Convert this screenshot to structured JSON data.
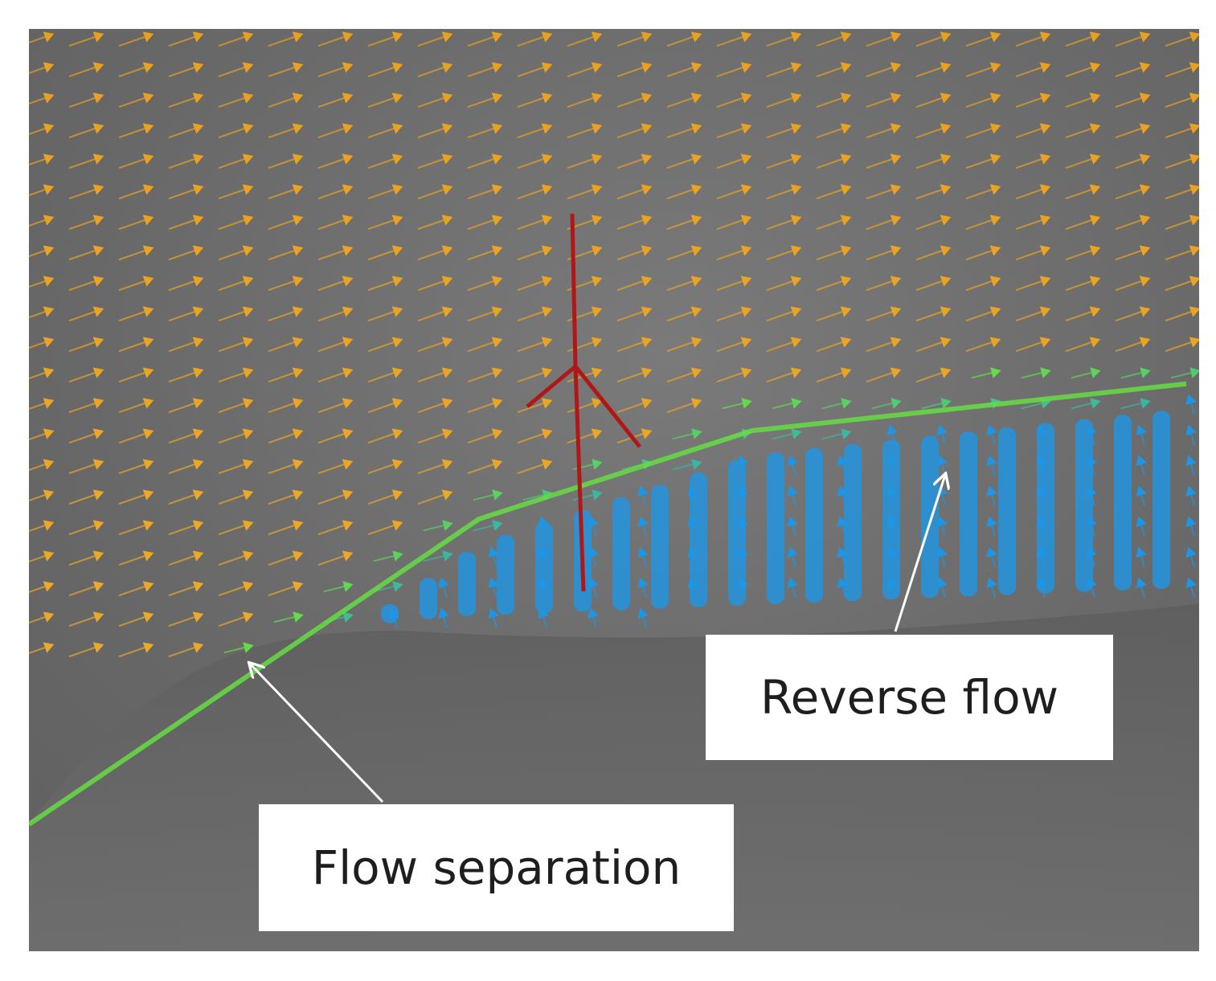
{
  "figure": {
    "annotations": [
      {
        "id": "reverse-flow",
        "text": "Reverse flow"
      },
      {
        "id": "flow-separation",
        "text": "Flow separation"
      }
    ],
    "colors": {
      "background": "#6b6b6b",
      "freestream_arrows": "#e8a020",
      "shear_layer_arrows": "#66dd44",
      "reverse_flow_arrows": "#1e96e6",
      "profile_line": "#b01818",
      "callout_arrow": "#ffffff"
    },
    "legend": "none"
  }
}
